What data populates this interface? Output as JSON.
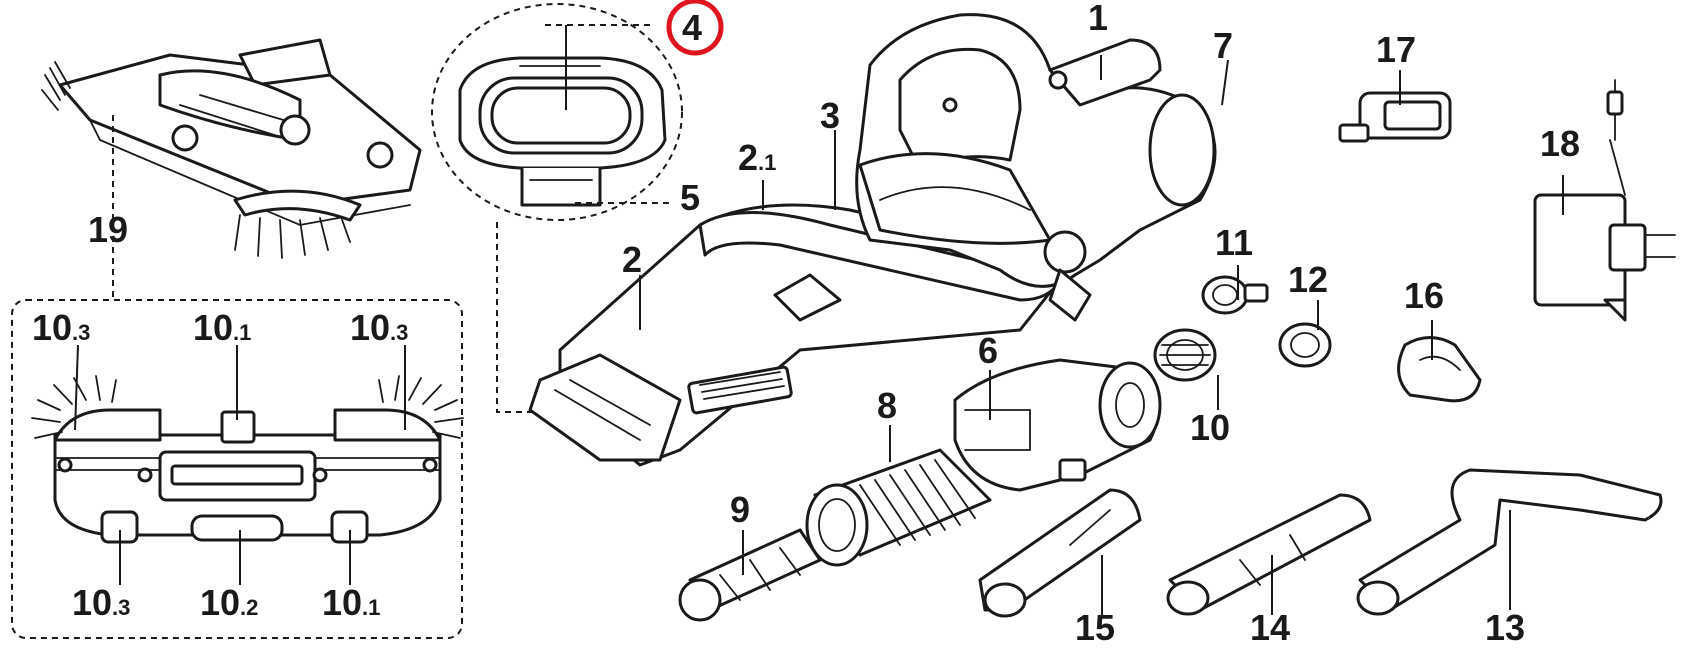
{
  "diagram": {
    "highlight_color": "#e0141e",
    "highlighted_label": "4",
    "callouts": [
      {
        "id": "c1",
        "main": "1",
        "sub": ""
      },
      {
        "id": "c7",
        "main": "7",
        "sub": ""
      },
      {
        "id": "c17",
        "main": "17",
        "sub": ""
      },
      {
        "id": "c18",
        "main": "18",
        "sub": ""
      },
      {
        "id": "c3",
        "main": "3",
        "sub": ""
      },
      {
        "id": "c2-1",
        "main": "2",
        "sub": ".1"
      },
      {
        "id": "c2",
        "main": "2",
        "sub": ""
      },
      {
        "id": "c4",
        "main": "4",
        "sub": ""
      },
      {
        "id": "c5",
        "main": "5",
        "sub": ""
      },
      {
        "id": "c19",
        "main": "19",
        "sub": ""
      },
      {
        "id": "c11",
        "main": "11",
        "sub": ""
      },
      {
        "id": "c12",
        "main": "12",
        "sub": ""
      },
      {
        "id": "c16",
        "main": "16",
        "sub": ""
      },
      {
        "id": "c6",
        "main": "6",
        "sub": ""
      },
      {
        "id": "c10",
        "main": "10",
        "sub": ""
      },
      {
        "id": "c8",
        "main": "8",
        "sub": ""
      },
      {
        "id": "c9",
        "main": "9",
        "sub": ""
      },
      {
        "id": "c15",
        "main": "15",
        "sub": ""
      },
      {
        "id": "c14",
        "main": "14",
        "sub": ""
      },
      {
        "id": "c13",
        "main": "13",
        "sub": ""
      },
      {
        "id": "c10-3a",
        "main": "10",
        "sub": ".3"
      },
      {
        "id": "c10-1a",
        "main": "10",
        "sub": ".1"
      },
      {
        "id": "c10-3b",
        "main": "10",
        "sub": ".3"
      },
      {
        "id": "c10-3c",
        "main": "10",
        "sub": ".3"
      },
      {
        "id": "c10-2",
        "main": "10",
        "sub": ".2"
      },
      {
        "id": "c10-1b",
        "main": "10",
        "sub": ".1"
      }
    ]
  }
}
